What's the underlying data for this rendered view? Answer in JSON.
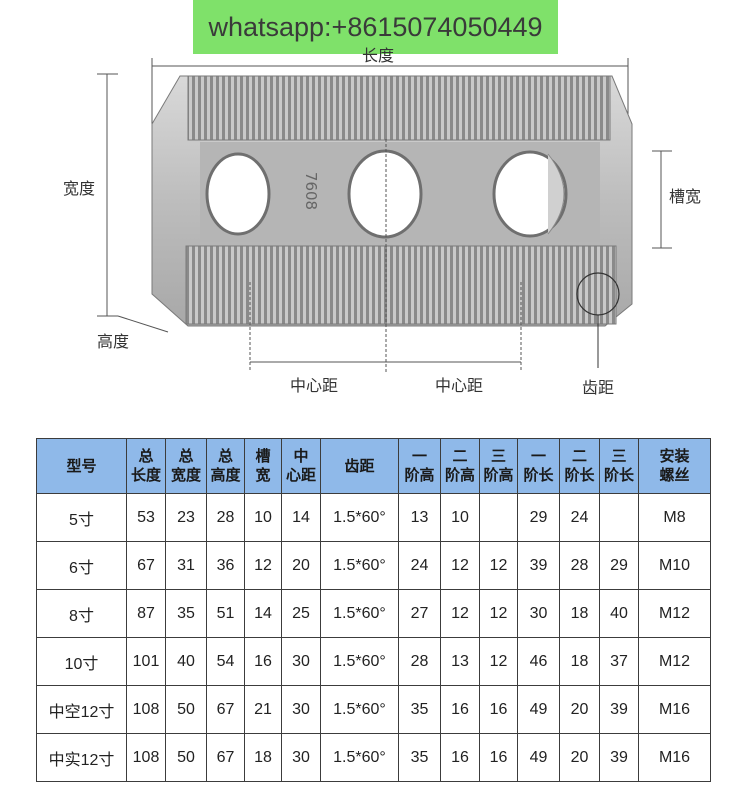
{
  "banner": {
    "text": "whatsapp:+8615074050449"
  },
  "diagram": {
    "labels": {
      "total_length": "长度",
      "width": "宽度",
      "height": "高度",
      "slot_width": "槽宽",
      "center_distance_1": "中心距",
      "center_distance_2": "中心距",
      "tooth_pitch": "齿距"
    },
    "part_marking": "7608"
  },
  "table": {
    "headers": [
      "型号",
      "总\n长度",
      "总\n宽度",
      "总\n高度",
      "槽\n宽",
      "中\n心距",
      "齿距",
      "一\n阶高",
      "二\n阶高",
      "三\n阶高",
      "一\n阶长",
      "二\n阶长",
      "三\n阶长",
      "安装\n螺丝"
    ],
    "rows": [
      [
        "5寸",
        "53",
        "23",
        "28",
        "10",
        "14",
        "1.5*60°",
        "13",
        "10",
        "",
        "29",
        "24",
        "",
        "M8"
      ],
      [
        "6寸",
        "67",
        "31",
        "36",
        "12",
        "20",
        "1.5*60°",
        "24",
        "12",
        "12",
        "39",
        "28",
        "29",
        "M10"
      ],
      [
        "8寸",
        "87",
        "35",
        "51",
        "14",
        "25",
        "1.5*60°",
        "27",
        "12",
        "12",
        "30",
        "18",
        "40",
        "M12"
      ],
      [
        "10寸",
        "101",
        "40",
        "54",
        "16",
        "30",
        "1.5*60°",
        "28",
        "13",
        "12",
        "46",
        "18",
        "37",
        "M12"
      ],
      [
        "中空12寸",
        "108",
        "50",
        "67",
        "21",
        "30",
        "1.5*60°",
        "35",
        "16",
        "16",
        "49",
        "20",
        "39",
        "M16"
      ],
      [
        "中实12寸",
        "108",
        "50",
        "67",
        "18",
        "30",
        "1.5*60°",
        "35",
        "16",
        "16",
        "49",
        "20",
        "39",
        "M16"
      ]
    ]
  },
  "colors": {
    "banner_bg": "#7fe16a",
    "header_bg": "#8fb9e9",
    "border": "#3c3c3c"
  }
}
